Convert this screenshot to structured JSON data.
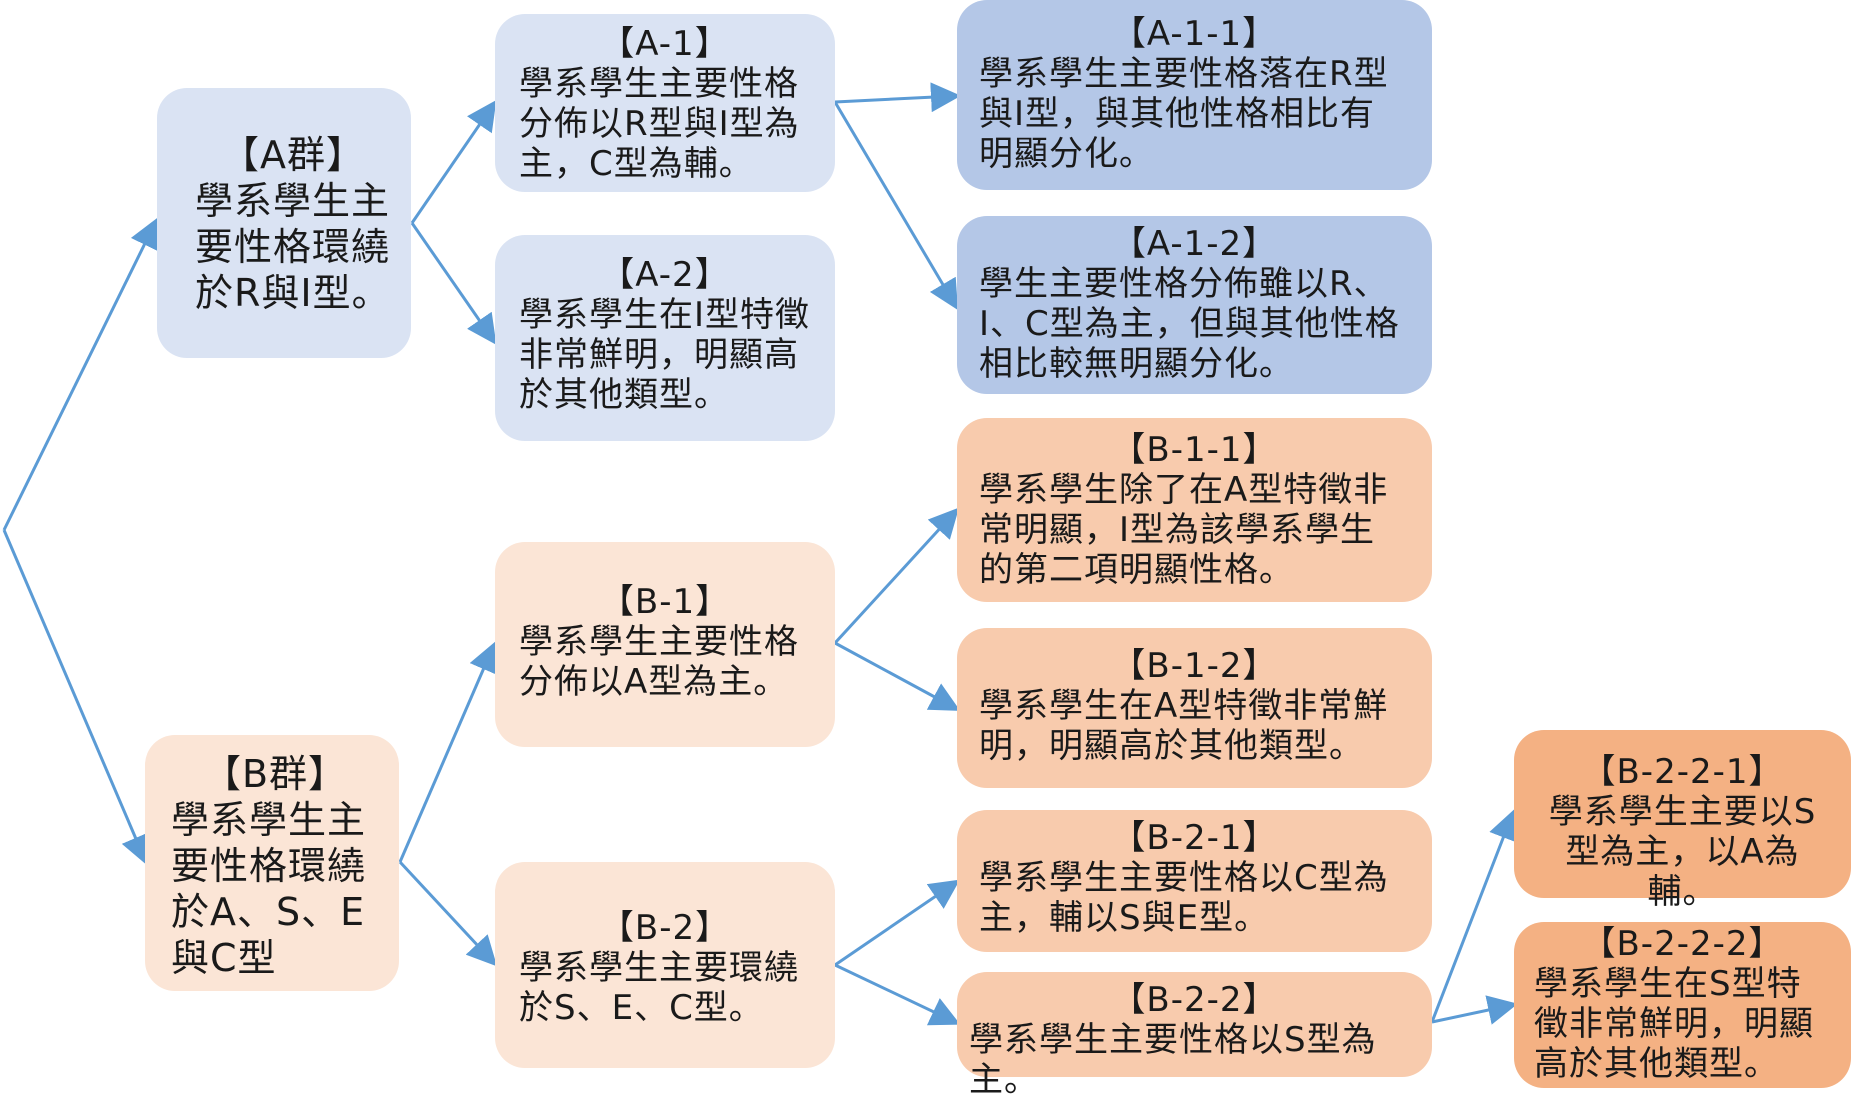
{
  "colors": {
    "arrow": "#5b9bd5",
    "group_a_light": "#dae3f3",
    "group_a_dark": "#b4c7e7",
    "group_b_light": "#fbe5d6",
    "group_b_mid": "#f8cbad",
    "group_b_dark": "#f4b183"
  },
  "nodes": {
    "A": {
      "code": "【A群】",
      "text": "學系學生主要性格環繞於R與I型。"
    },
    "A1": {
      "code": "【A-1】",
      "text": "學系學生主要性格分佈以R型與I型為主，C型為輔。"
    },
    "A2": {
      "code": "【A-2】",
      "text": "學系學生在I型特徵非常鮮明，明顯高於其他類型。"
    },
    "A11": {
      "code": "【A-1-1】",
      "text": "學系學生主要性格落在R型與I型，與其他性格相比有明顯分化。"
    },
    "A12": {
      "code": "【A-1-2】",
      "text": "學生主要性格分佈雖以R、I、C型為主，但與其他性格相比較無明顯分化。"
    },
    "B": {
      "code": "【B群】",
      "text": "學系學生主要性格環繞於A、S、E與C型"
    },
    "B1": {
      "code": "【B-1】",
      "text": "學系學生主要性格分佈以A型為主。"
    },
    "B2": {
      "code": "【B-2】",
      "text": "學系學生主要環繞於S、E、C型。"
    },
    "B11": {
      "code": "【B-1-1】",
      "text": "學系學生除了在A型特徵非常明顯，I型為該學系學生的第二項明顯性格。"
    },
    "B12": {
      "code": "【B-1-2】",
      "text": "學系學生在A型特徵非常鮮明，明顯高於其他類型。"
    },
    "B21": {
      "code": "【B-2-1】",
      "text": "學系學生主要性格以C型為主，輔以S與E型。"
    },
    "B22": {
      "code": "【B-2-2】",
      "text": "學系學生主要性格以S型為主。"
    },
    "B221": {
      "code": "【B-2-2-1】",
      "text": "學系學生主要以S型為主，以A為輔。"
    },
    "B222": {
      "code": "【B-2-2-2】",
      "text": "學系學生在S型特徵非常鮮明，明顯高於其他類型。"
    }
  }
}
